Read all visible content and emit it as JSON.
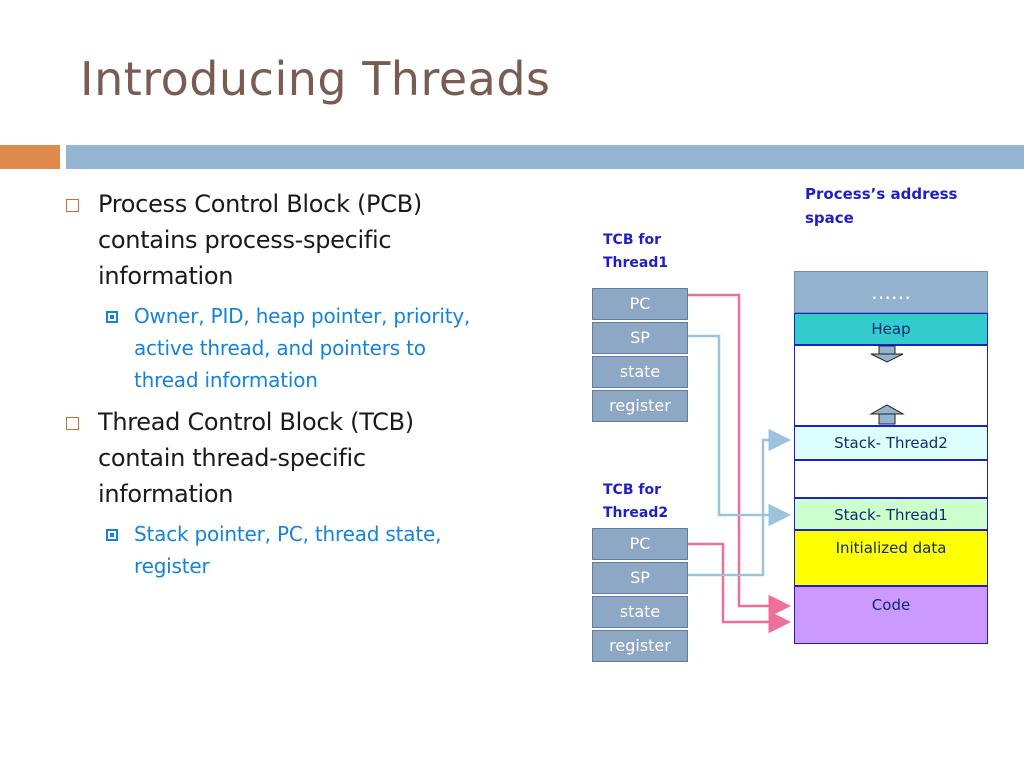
{
  "slide": {
    "title": "Introducing Threads"
  },
  "bullets": [
    {
      "lines": [
        "Process Control Block (PCB)",
        "contains process-specific",
        "information"
      ],
      "sub": [
        "Owner, PID, heap pointer, priority,",
        "active thread, and pointers to",
        "thread information"
      ]
    },
    {
      "lines": [
        "Thread Control Block (TCB)",
        "contain thread-specific",
        "information"
      ],
      "sub": [
        "Stack pointer, PC, thread state,",
        "register"
      ]
    }
  ],
  "diagram": {
    "address_space_label": [
      "Process’s address",
      "space"
    ],
    "tcb1": {
      "label": [
        "TCB for",
        "Thread1"
      ],
      "fields": [
        "PC",
        "SP",
        "state",
        "register"
      ]
    },
    "tcb2": {
      "label": [
        "TCB for",
        "Thread2"
      ],
      "fields": [
        "PC",
        "SP",
        "state",
        "register"
      ]
    },
    "memory": {
      "ellipsis": "……",
      "heap": "Heap",
      "stack2": "Stack- Thread2",
      "stack1": "Stack- Thread1",
      "init_data": "Initialized data",
      "code": "Code"
    },
    "colors": {
      "pc_arrow": "#ee6f9a",
      "sp_arrow": "#9cc3dd",
      "heap": "#33cccc",
      "stack2": "#ddffff",
      "stack1": "#ccffcc",
      "init_data": "#ffff00",
      "code": "#cc99ff",
      "tcb_cell": "#8da7c4"
    }
  }
}
